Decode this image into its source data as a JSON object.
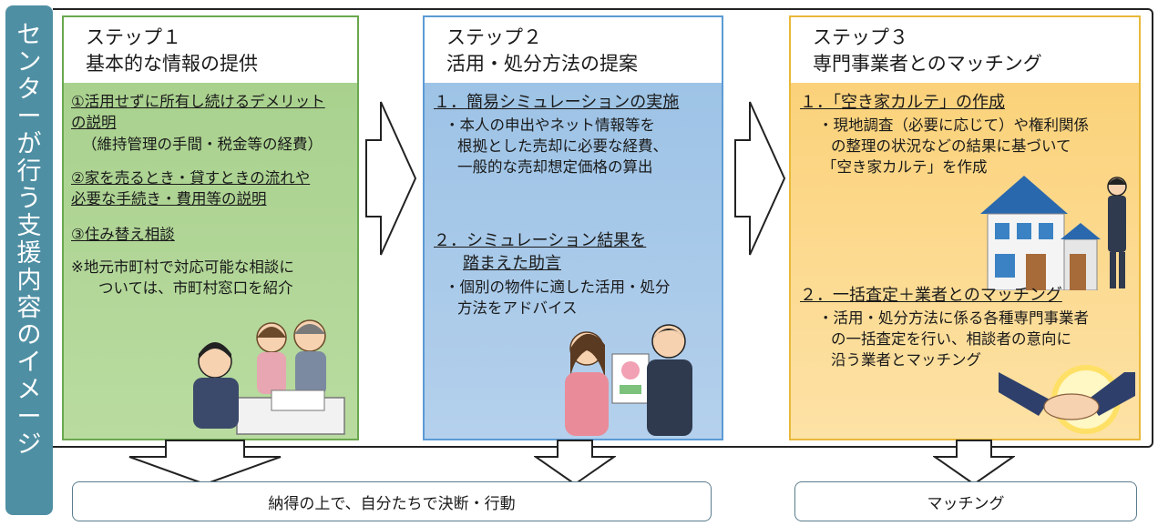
{
  "side_tab": {
    "chars": [
      "セ",
      "ン",
      "タ",
      "ー",
      "が",
      "行",
      "う",
      "支",
      "援",
      "内",
      "容",
      "の",
      "イ",
      "メ",
      "ー",
      "ジ"
    ]
  },
  "step1": {
    "title_line1": "ステップ１",
    "title_line2": "基本的な情報の提供",
    "item1_line1": "①活用せずに所有し続けるデメリット",
    "item1_line2": "の説明",
    "item1_line3": "（維持管理の手間・税金等の経費）",
    "item2_line1": "②家を売るとき・貸すときの流れや",
    "item2_line2": "必要な手続き・費用等の説明",
    "item3": "③住み替え相談",
    "note_line1": "※地元市町村で対応可能な相談に",
    "note_line2": "ついては、市町村窓口を紹介"
  },
  "step2": {
    "title_line1": "ステップ２",
    "title_line2": "活用・処分方法の提案",
    "sec1_head": "１．簡易シミュレーションの実施",
    "sec1_line1": "・本人の申出やネット情報等を",
    "sec1_line2": "根拠とした売却に必要な経費、",
    "sec1_line3": "一般的な売却想定価格の算出",
    "sec2_head1": "２．シミュレーション結果を",
    "sec2_head2": "踏まえた助言",
    "sec2_line1": "・個別の物件に適した活用・処分",
    "sec2_line2": "方法をアドバイス"
  },
  "step3": {
    "title_line1": "ステップ３",
    "title_line2": "専門事業者とのマッチング",
    "sec1_head": "１．「空き家カルテ」の作成",
    "sec1_line1": "・現地調査（必要に応じて）や権利関係",
    "sec1_line2": "の整理の状況などの結果に基づいて",
    "sec1_line3": "「空き家カルテ」を作成",
    "sec2_head": "２．一括査定＋業者とのマッチング",
    "sec2_line1": "・活用・処分方法に係る各種専門事業者",
    "sec2_line2": "の一括査定を行い、相談者の意向に",
    "sec2_line3": "沿う業者とマッチング"
  },
  "outcome_left": "納得の上で、自分たちで決断・行動",
  "outcome_right": "マッチング",
  "colors": {
    "side_tab": "#4f8fa3",
    "step1_fill": "#a9d18e",
    "step2_fill": "#9dc3e6",
    "step3_fill": "#fbd27a"
  }
}
